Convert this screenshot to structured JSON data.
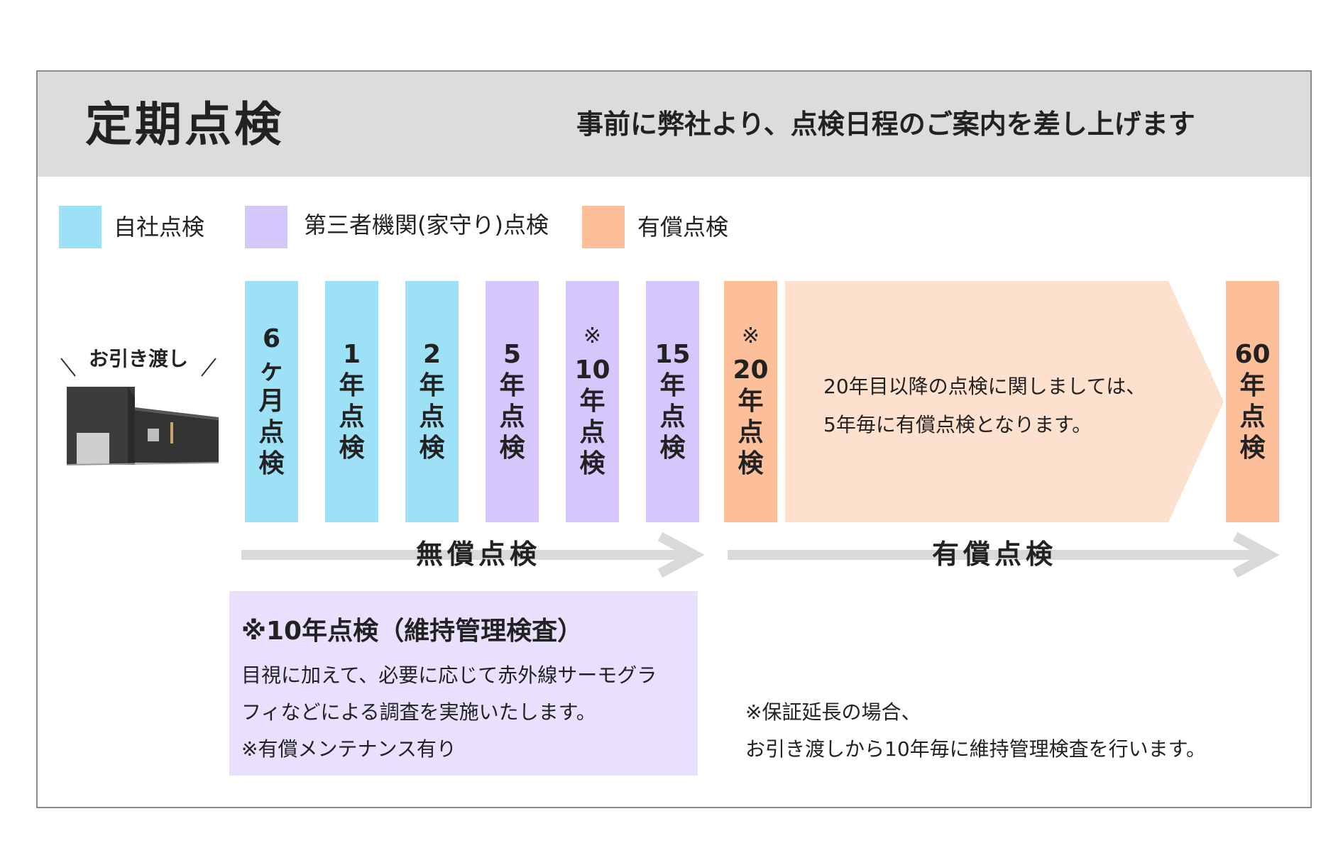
{
  "header": {
    "title": "定期点検",
    "subtitle": "事前に弊社より、点検日程のご案内を差し上げます"
  },
  "legend": [
    {
      "label": "自社点検",
      "color": "#9de1f7"
    },
    {
      "label": "第三者機関(家守り)点検",
      "color": "#d5c6fb"
    },
    {
      "label": "有償点検",
      "color": "#fcbf9a"
    }
  ],
  "house": {
    "label": "お引き渡し"
  },
  "inspections": [
    {
      "mark": "",
      "lines": [
        "6",
        "ヶ",
        "月",
        "点",
        "検"
      ],
      "color": "#9de1f7"
    },
    {
      "mark": "",
      "lines": [
        "1",
        "年",
        "点",
        "検"
      ],
      "color": "#9de1f7"
    },
    {
      "mark": "",
      "lines": [
        "2",
        "年",
        "点",
        "検"
      ],
      "color": "#9de1f7"
    },
    {
      "mark": "",
      "lines": [
        "5",
        "年",
        "点",
        "検"
      ],
      "color": "#d5c6fb"
    },
    {
      "mark": "※",
      "lines": [
        "10",
        "年",
        "点",
        "検"
      ],
      "color": "#d5c6fb"
    },
    {
      "mark": "",
      "lines": [
        "15",
        "年",
        "点",
        "検"
      ],
      "color": "#d5c6fb"
    },
    {
      "mark": "※",
      "lines": [
        "20",
        "年",
        "点",
        "検"
      ],
      "color": "#fcbf9a"
    },
    {
      "mark": "",
      "lines": [
        "60",
        "年",
        "点",
        "検"
      ],
      "color": "#fcbf9a"
    }
  ],
  "paid_arrow": {
    "line1": "20年目以降の点検に関しましては、",
    "line2": "5年毎に有償点検となります。",
    "color": "#fde0cd"
  },
  "phases": {
    "free": "無償点検",
    "paid": "有償点検"
  },
  "note": {
    "title": "※10年点検（維持管理検査）",
    "line1": "目視に加えて、必要に応じて赤外線サーモグラ",
    "line2": "フィなどによる調査を実施いたします。",
    "line3": "※有償メンテナンス有り"
  },
  "side_note": {
    "line1": "※保証延長の場合、",
    "line2": "お引き渡しから10年毎に維持管理検査を行います。"
  }
}
